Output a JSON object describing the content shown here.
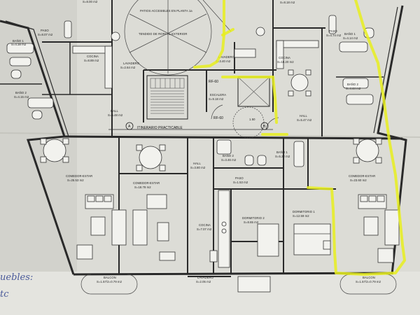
{
  "header": {
    "patios": "PATIOS ACCESIBLES EN PLANTA 1a",
    "tendido": "TENDIDO DE ROPA AL EXTERIOR"
  },
  "core": {
    "rf60_a": "RF-60",
    "rf60_b": "RF-60",
    "escalera": "ESCALERA",
    "escalera_area": "S=9.18 m2",
    "itinerario": "ITINERARIO PRACTICABLE",
    "circle": "1.50",
    "mark_a": "A",
    "mark_b": "B"
  },
  "rooms": {
    "top_left_area": "S=8.00 m2",
    "bano1_left": "BAÑO 1",
    "bano1_left_area": "S=4.38 m2",
    "paso_left": "PASO",
    "paso_left_area": "S=8.07 m2",
    "cocina_left": "COCINA",
    "cocina_left_area": "S=8.89 m2",
    "lavadero_left": "LAVADERO",
    "lavadero_left_area": "S=2.64 m2",
    "bano2_left": "BAÑO 2",
    "bano2_left_area": "S=4.15 m2",
    "hall_left": "HALL",
    "hall_left_area": "S=5.48 m2",
    "lavadero_c": "LAVADERO",
    "lavadero_c_area": "S=3.40 m2",
    "top_right_area": "S=8.18 m2",
    "cocina_right": "COCINA",
    "cocina_right_area": "S=10.20 m2",
    "paso_right": "PASO",
    "paso_right_area": "S=4.74 m2",
    "bano1_right": "BAÑO 1",
    "bano1_right_area": "S=4.14 m2",
    "bano2_right": "BAÑO 2",
    "bano2_right_area": "S=4.44 m2",
    "hall_right": "HALL",
    "hall_right_area": "S=5.47 m2",
    "comedor_l": "COMEDOR-ESTAR",
    "comedor_l_area": "S=25.53 m2",
    "comedor_m": "COMEDOR-ESTAR",
    "comedor_m_area": "S=18.78 m2",
    "hall_m": "HALL",
    "hall_m_area": "S=3.80 m2",
    "bano2_m": "BAÑO 2",
    "bano2_m_area": "S=3.46 m2",
    "bano1_m": "BAÑO 1",
    "bano1_m_area": "S=5.22 m2",
    "paso_m": "PASO",
    "paso_m_area": "S=1.53 m2",
    "cocina_m": "COCINA",
    "cocina_m_area": "S=7.07 m2",
    "dorm2": "DORMITORIO 2",
    "dorm2_area": "S=8.65 m2",
    "dorm1": "DORMITORIO 1",
    "dorm1_area": "S=12.59 m2",
    "comedor_r": "COMEDOR-ESTAR",
    "comedor_r_area": "S=23.60 m2",
    "lavadero_b": "LAVADERO",
    "lavadero_b_area": "S=2.05 m2",
    "balcon_l": "BALCON",
    "balcon_l_area": "S=1.57/2=0.79 m2",
    "balcon_r": "BALCON",
    "balcon_r_area": "S=1.57/2=0.79 m2"
  },
  "handwriting": {
    "line1": "uebles:",
    "line2": "tc"
  },
  "colors": {
    "paper": "#dcdcd6",
    "ink": "#2a2a2a",
    "highlight": "#e8ef1e",
    "handwriting": "#4a5a9a"
  }
}
